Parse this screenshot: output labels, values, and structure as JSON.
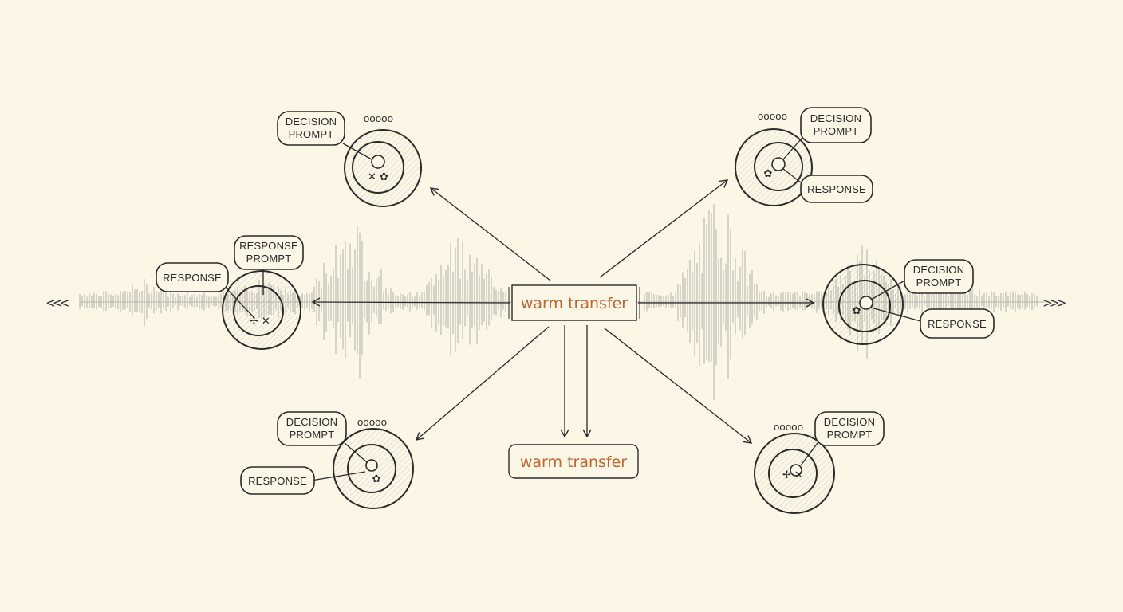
{
  "center": {
    "primary_label": "warm transfer",
    "secondary_label": "warm transfer"
  },
  "edges": {
    "left": "<<<",
    "right": ">>>"
  },
  "colors": {
    "background": "#fbf6e6",
    "ink": "#2a2a2a",
    "accent": "#c4622d"
  },
  "nodes": [
    {
      "id": "top-left",
      "labels": [
        "DECISION PROMPT"
      ],
      "dots": "ooooo",
      "glyph": "✕ ✿"
    },
    {
      "id": "top-right",
      "labels": [
        "DECISION PROMPT",
        "RESPONSE"
      ],
      "dots": "ooooo",
      "glyph": "✿"
    },
    {
      "id": "mid-left",
      "labels": [
        "RESPONSE",
        "RESPONSE PROMPT"
      ],
      "dots": "",
      "glyph": "✢ ✕"
    },
    {
      "id": "mid-right",
      "labels": [
        "DECISION PROMPT",
        "RESPONSE"
      ],
      "dots": "",
      "glyph": "✿"
    },
    {
      "id": "bottom-left",
      "labels": [
        "DECISION PROMPT",
        "RESPONSE"
      ],
      "dots": "ooooo",
      "glyph": "✿"
    },
    {
      "id": "bottom-right",
      "labels": [
        "DECISION PROMPT"
      ],
      "dots": "ooooo",
      "glyph": "✢ ✕"
    }
  ]
}
